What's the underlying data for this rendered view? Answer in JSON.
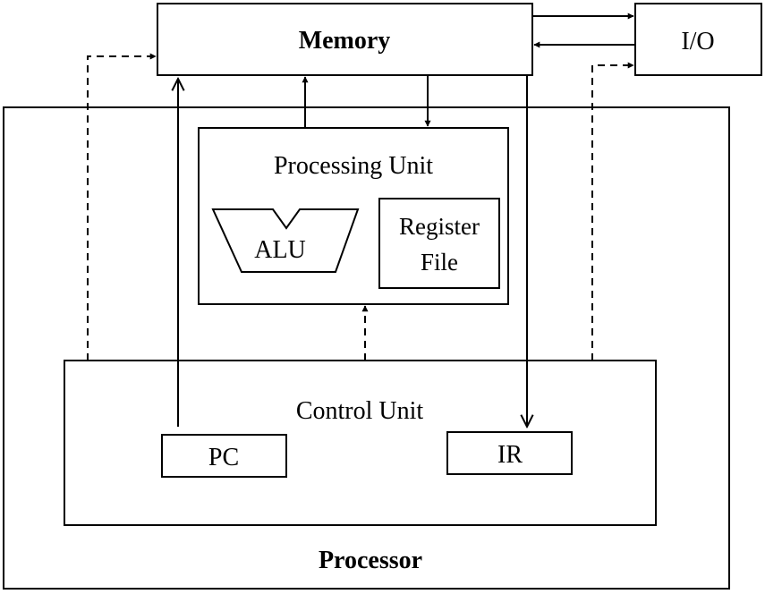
{
  "labels": {
    "memory": "Memory",
    "io": "I/O",
    "processing_unit": "Processing Unit",
    "alu": "ALU",
    "register_file_line1": "Register",
    "register_file_line2": "File",
    "control_unit": "Control Unit",
    "pc": "PC",
    "ir": "IR",
    "processor": "Processor"
  },
  "colors": {
    "stroke": "#000000",
    "background": "#ffffff"
  }
}
